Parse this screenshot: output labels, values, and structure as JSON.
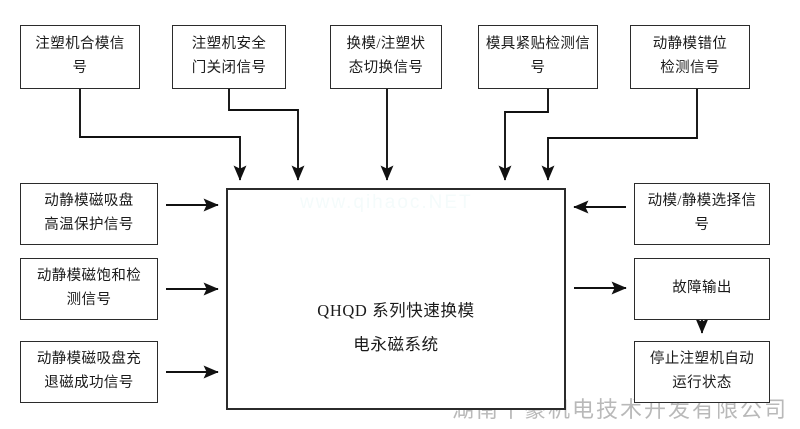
{
  "diagram": {
    "title_block": {
      "line1": "QHQD 系列快速换模",
      "line2": "电永磁系统"
    },
    "top_inputs": [
      {
        "id": "top1",
        "line1": "注塑机合模信",
        "line2": "号"
      },
      {
        "id": "top2",
        "line1": "注塑机安全",
        "line2": "门关闭信号"
      },
      {
        "id": "top3",
        "line1": "换模/注塑状",
        "line2": "态切换信号"
      },
      {
        "id": "top4",
        "line1": "模具紧贴检测信",
        "line2": "号"
      },
      {
        "id": "top5",
        "line1": "动静模错位",
        "line2": "检测信号"
      }
    ],
    "left_inputs": [
      {
        "id": "left1",
        "line1": "动静模磁吸盘",
        "line2": "高温保护信号"
      },
      {
        "id": "left2",
        "line1": "动静模磁饱和检",
        "line2": "测信号"
      },
      {
        "id": "left3",
        "line1": "动静模磁吸盘充",
        "line2": "退磁成功信号"
      }
    ],
    "right_nodes": [
      {
        "id": "right1",
        "line1": "动模/静模选择信",
        "line2": "号"
      },
      {
        "id": "right2",
        "line1": "故障输出",
        "line2": ""
      },
      {
        "id": "right3",
        "line1": "停止注塑机自动",
        "line2": "运行状态"
      }
    ],
    "watermarks": {
      "bottom": "湖南千豪机电技术开发有限公司",
      "center": "www.qihaoc.NET"
    },
    "colors": {
      "box_border": "#2b2b2b",
      "edge_line": "#111111",
      "background": "#ffffff",
      "watermark": "#b9b9b9"
    }
  }
}
